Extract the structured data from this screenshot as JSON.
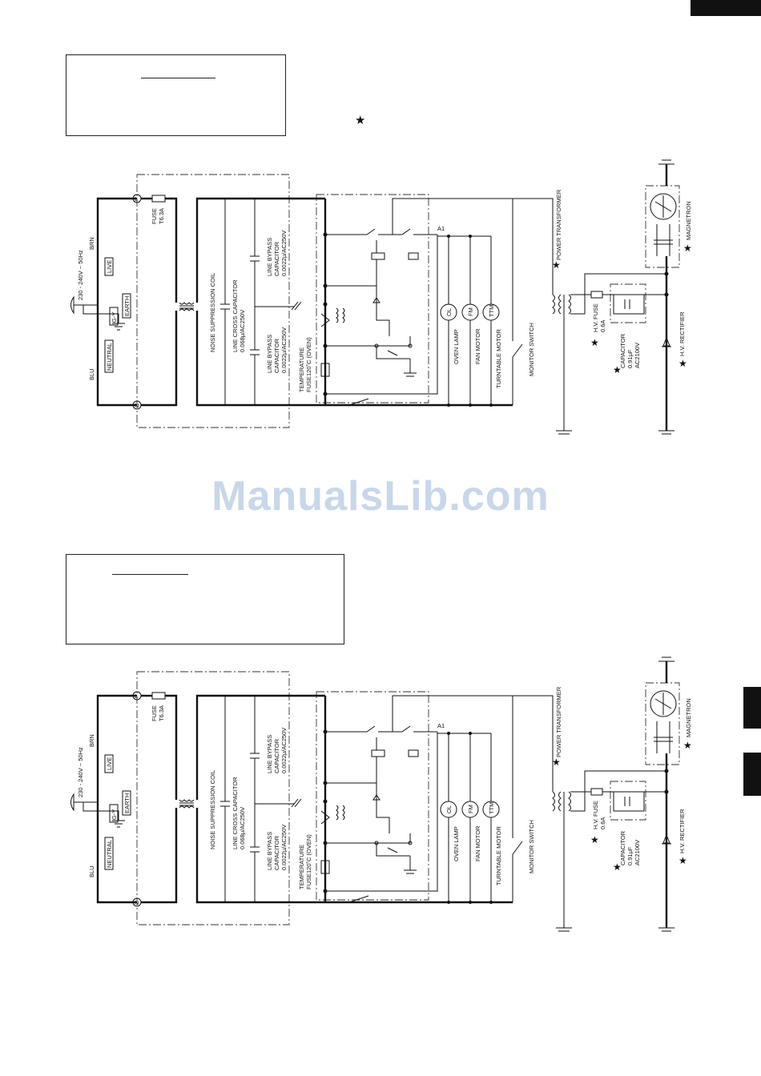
{
  "page": {
    "watermark": "ManualsLib.com"
  },
  "diagrams": [
    {
      "id": "a",
      "labels": {
        "supply": "230 - 240V ~ 50Hz",
        "brn": "BRN",
        "blu": "BLU",
        "live": "LIVE",
        "earth": "EARTH",
        "neutral": "NEUTRAL",
        "gy": "G-Y",
        "l": "L",
        "n": "N",
        "fuse_name": "FUSE",
        "fuse_value": "T6.3A",
        "noise_coil": "NOISE SUPPRESSION COIL",
        "cross_cap_name": "LINE CROSS CAPACITOR",
        "cross_cap_value": "0.068μ/AC250V",
        "bypass_top_name": "LINE BYPASS",
        "bypass_top_sub": "CAPACITOR",
        "bypass_top_value": "0.0022μ/AC250V",
        "bypass_bot_name": "LINE BYPASS",
        "bypass_bot_sub": "CAPACITOR",
        "bypass_bot_value": "0.0022μ/AC250V",
        "temp_fuse_name": "TEMPERATURE",
        "temp_fuse_value": "FUSE120˚C (OVEN)",
        "a1": "A1",
        "oven_lamp": "OVEN LAMP",
        "fan_motor": "FAN MOTOR",
        "turntable_motor": "TURNTABLE MOTOR",
        "monitor_switch": "MONITOR SWITCH",
        "power_transformer": "POWER TRANSFORMER",
        "hv_fuse_name": "H.V. FUSE",
        "hv_fuse_value": "0.6A",
        "capacitor_name": "CAPACITOR",
        "capacitor_value": "0.91μF",
        "capacitor_rating": "AC2100V",
        "hv_rectifier": "H.V. RECTIFIER",
        "magnetron": "MAGNETRON",
        "ol": "OL",
        "fm": "FM",
        "tm": "TTM"
      }
    },
    {
      "id": "b",
      "labels": {
        "supply": "230 - 240V ~ 50Hz",
        "brn": "BRN",
        "blu": "BLU",
        "live": "LIVE",
        "earth": "EARTH",
        "neutral": "NEUTRAL",
        "gy": "G-Y",
        "l": "L",
        "n": "N",
        "fuse_name": "FUSE",
        "fuse_value": "T6.3A",
        "noise_coil": "NOISE SUPPRESSION COIL",
        "cross_cap_name": "LINE CROSS CAPACITOR",
        "cross_cap_value": "0.068μ/AC250V",
        "bypass_top_name": "LINE BYPASS",
        "bypass_top_sub": "CAPACITOR",
        "bypass_top_value": "0.0022μ/AC250V",
        "bypass_bot_name": "LINE BYPASS",
        "bypass_bot_sub": "CAPACITOR",
        "bypass_bot_value": "0.0022μ/AC250V",
        "temp_fuse_name": "TEMPERATURE",
        "temp_fuse_value": "FUSE120˚C (OVEN)",
        "a1": "A1",
        "oven_lamp": "OVEN LAMP",
        "fan_motor": "FAN MOTOR",
        "turntable_motor": "TURNTABLE MOTOR",
        "monitor_switch": "MONITOR SWITCH",
        "power_transformer": "POWER TRANSFORMER",
        "hv_fuse_name": "H.V. FUSE",
        "hv_fuse_value": "0.6A",
        "capacitor_name": "CAPACITOR",
        "capacitor_value": "0.91μF",
        "capacitor_rating": "AC2100V",
        "hv_rectifier": "H.V. RECTIFIER",
        "magnetron": "MAGNETRON",
        "ol": "OL",
        "fm": "FM",
        "tm": "TTM"
      }
    }
  ]
}
